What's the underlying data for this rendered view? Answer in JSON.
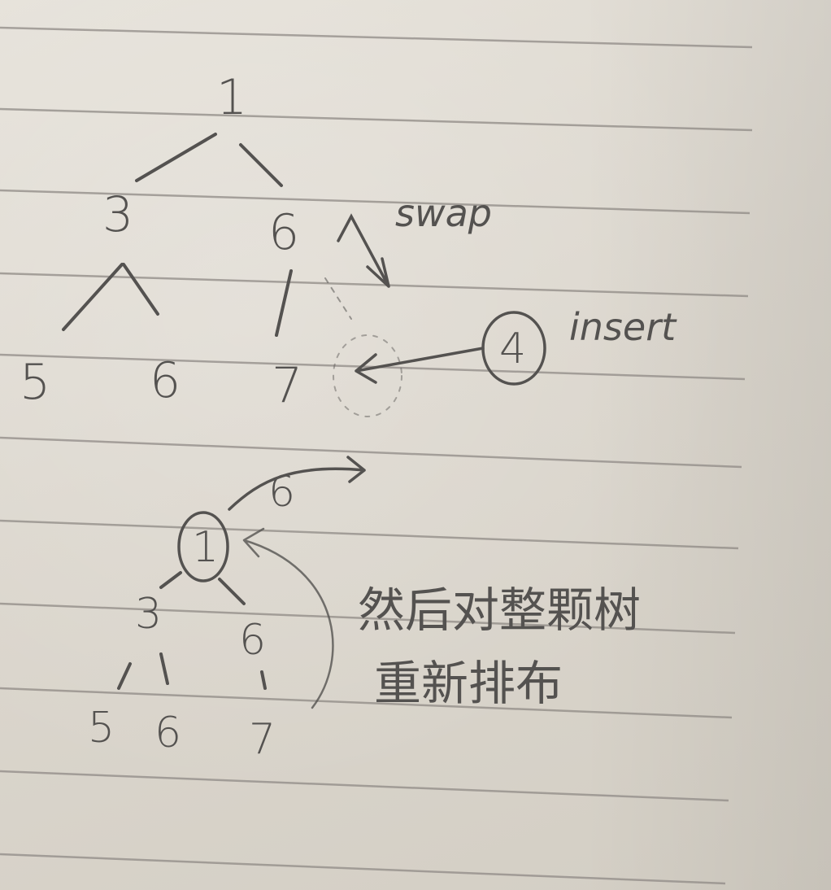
{
  "tree_top": {
    "root": "1",
    "level2": [
      "3",
      "6"
    ],
    "leaves": [
      "5",
      "6",
      "7"
    ]
  },
  "swap_note": "swap",
  "inserted_node": "4",
  "insert_note": "insert",
  "tree_bottom": {
    "root": "1",
    "level2": [
      "3",
      "6"
    ],
    "leaves": [
      "5",
      "6",
      "7"
    ]
  },
  "arrow_digit": "6",
  "chinese_note": [
    "然后对整颗树",
    "重新排布"
  ],
  "colors": {
    "paper": "#dedad2",
    "rule_lines": "#8f8a85",
    "pencil": "#545250"
  }
}
